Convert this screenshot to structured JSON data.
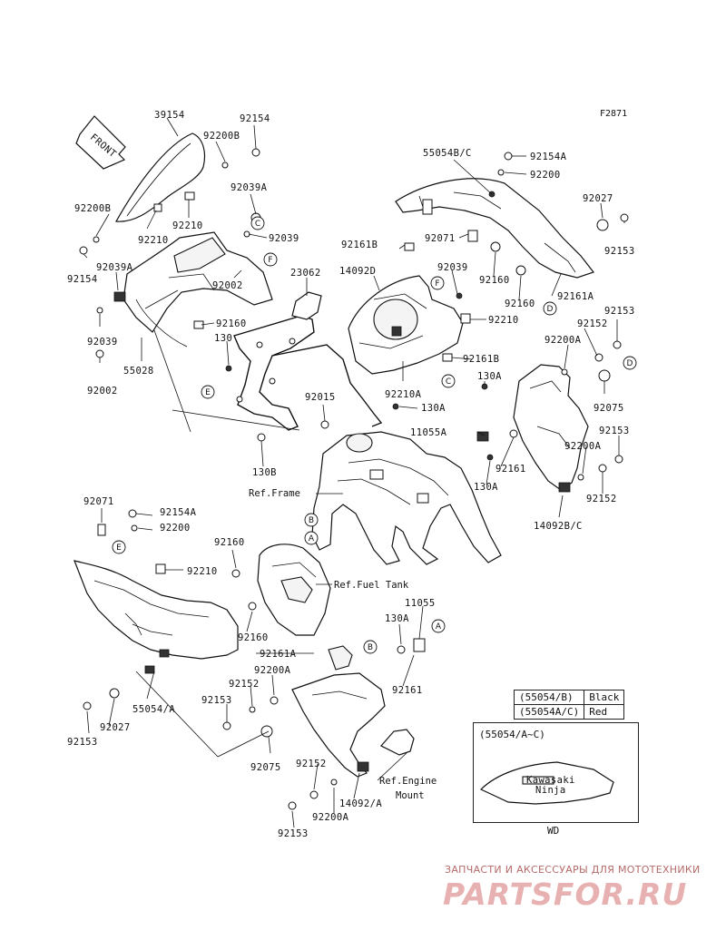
{
  "figure_code": "F2871",
  "front_arrow_label": "FRONT",
  "parts": {
    "p39154": "39154",
    "p92154_a": "92154",
    "p92200B_a": "92200B",
    "p92200B_b": "92200B",
    "p92210_a": "92210",
    "p92210_b": "92210",
    "p92154_b": "92154",
    "p92039A_a": "92039A",
    "p92039A_b": "92039A",
    "p92039_a": "92039",
    "p92039_b": "92039",
    "p92039_c": "92039",
    "p92002_a": "92002",
    "p92002_b": "92002",
    "p92160_a": "92160",
    "p55028": "55028",
    "p130_a": "130",
    "p23062": "23062",
    "p14092D": "14092D",
    "p92161B_a": "92161B",
    "p92161B_b": "92161B",
    "p55054BC": "55054B/C",
    "p92154A_a": "92154A",
    "p92200_a": "92200",
    "p92027_a": "92027",
    "p92153_a": "92153",
    "p92071_a": "92071",
    "p92160_b": "92160",
    "p92160_c": "92160",
    "p92161A_a": "92161A",
    "p92210_c": "92210",
    "p92152_a": "92152",
    "p92153_b": "92153",
    "p92200A_a": "92200A",
    "p92210A": "92210A",
    "p130A_a": "130A",
    "p130A_b": "130A",
    "p92015": "92015",
    "p92075_a": "92075",
    "p11055A": "11055A",
    "p92153_c": "92153",
    "p92200A_b": "92200A",
    "p92161_a": "92161",
    "p130A_c": "130A",
    "p130B": "130B",
    "p92152_b": "92152",
    "p14092BC": "14092B/C",
    "ref_frame": "Ref.Frame",
    "p92071_b": "92071",
    "p92154A_b": "92154A",
    "p92200_b": "92200",
    "p92160_d": "92160",
    "p92210_d": "92210",
    "ref_fuel_tank": "Ref.Fuel Tank",
    "p11055": "11055",
    "p130A_d": "130A",
    "p92160_e": "92160",
    "p92161A_b": "92161A",
    "p92200A_c": "92200A",
    "p92152_c": "92152",
    "p92153_d": "92153",
    "p55054A": "55054/A",
    "p92027_b": "92027",
    "p92153_e": "92153",
    "p92161_b": "92161",
    "p92075_b": "92075",
    "p92152_d": "92152",
    "p14092A": "14092/A",
    "ref_engine_mount_1": "Ref.Engine",
    "ref_engine_mount_2": "Mount",
    "p92200A_d": "92200A",
    "p92153_f": "92153"
  },
  "callouts": {
    "A": "A",
    "B": "B",
    "C": "C",
    "D": "D",
    "E": "E",
    "F": "F"
  },
  "legend": {
    "rows": [
      {
        "code": "(55054/B)",
        "color": "Black"
      },
      {
        "code": "(55054A/C)",
        "color": "Red"
      }
    ]
  },
  "inset": {
    "title": "(55054/A~C)",
    "brand_decal": "Kawasaki",
    "model_decal": "Ninja",
    "label": "WD"
  },
  "watermark": {
    "text": "ЗАПЧАСТИ И АКСЕССУАРЫ ДЛЯ МОТОТЕХНИКИ",
    "logo": "PARTSFOR.RU"
  },
  "colors": {
    "ink": "#111111",
    "watermark_text": "#b56a6a",
    "watermark_logo": "#e8b1b1"
  }
}
